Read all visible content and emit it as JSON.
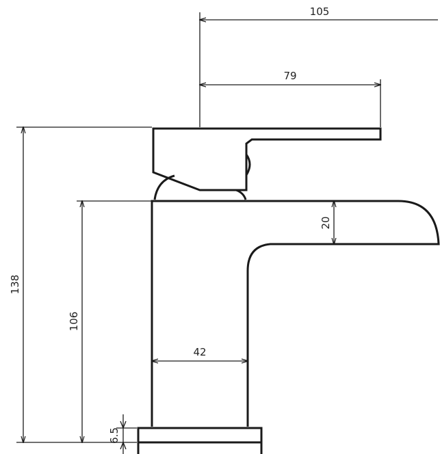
{
  "dimensions": {
    "overall_width": "105",
    "lever_length": "79",
    "overall_height": "138",
    "spout_height": "106",
    "spout_thickness": "20",
    "body_width": "42",
    "base_height": "6.5"
  },
  "colors": {
    "line": "#1a1a1a",
    "background": "#ffffff"
  }
}
